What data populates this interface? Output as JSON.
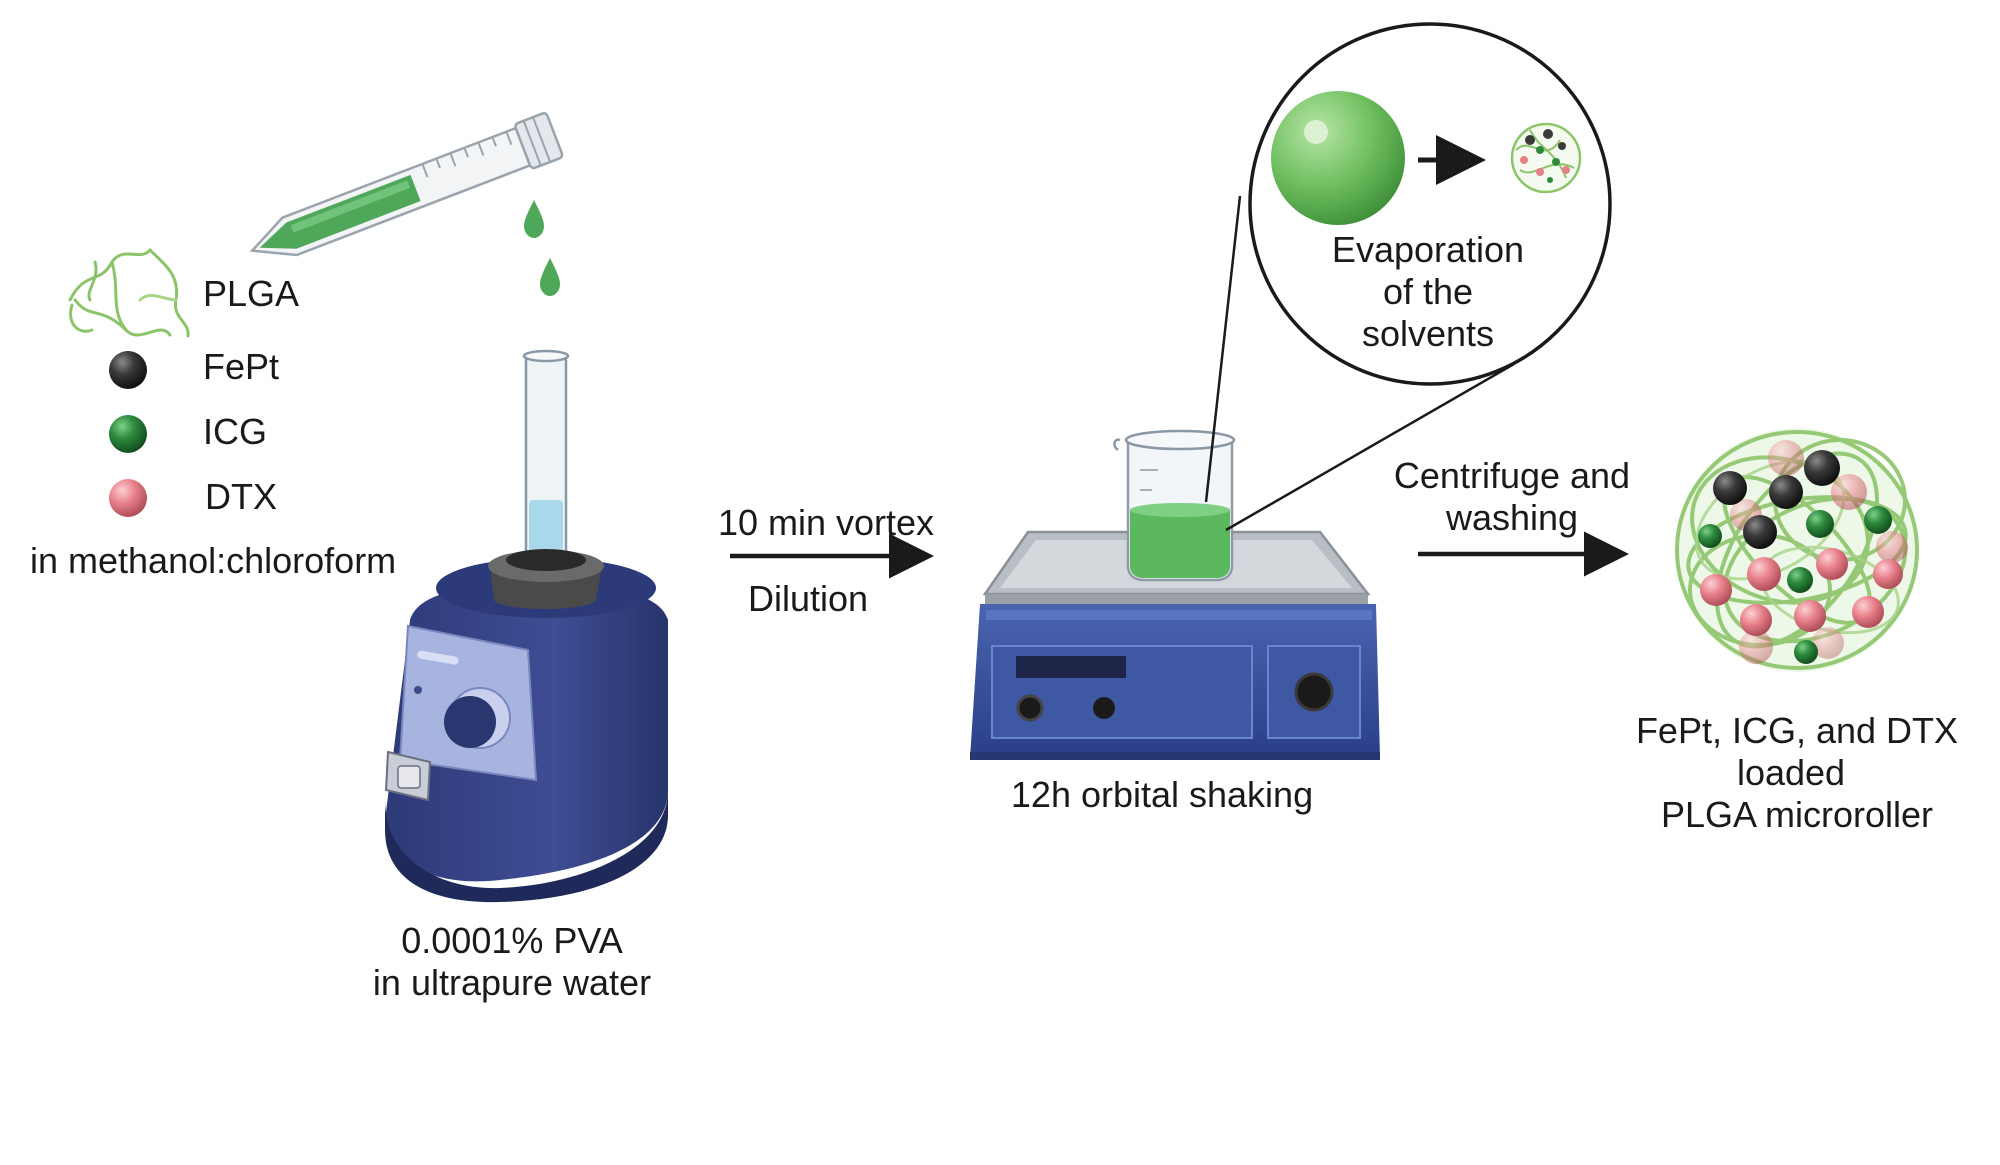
{
  "legend": {
    "plga": "PLGA",
    "fept": "FePt",
    "icg": "ICG",
    "dtx": "DTX",
    "solvent": "in methanol:chloroform"
  },
  "vortexer": {
    "line1": "0.0001% PVA",
    "line2": "in ultrapure water"
  },
  "step1": {
    "top": "10 min vortex",
    "bottom": "Dilution"
  },
  "shaker": {
    "label": "12h orbital shaking"
  },
  "inset": {
    "line1": "Evaporation",
    "line2": "of the",
    "line3": "solvents"
  },
  "step2": {
    "line1": "Centrifuge and",
    "line2": "washing"
  },
  "product": {
    "line1": "FePt, ICG, and DTX",
    "line2": "loaded",
    "line3": "PLGA microroller"
  },
  "colors": {
    "fept": "#3a3a3a",
    "icg": "#2e8b3e",
    "dtx": "#e8808a",
    "plga": "#8cc46a",
    "device_blue": "#3a4a8a",
    "solution_green": "#5cb85c",
    "water_blue": "#a8d8ea"
  }
}
